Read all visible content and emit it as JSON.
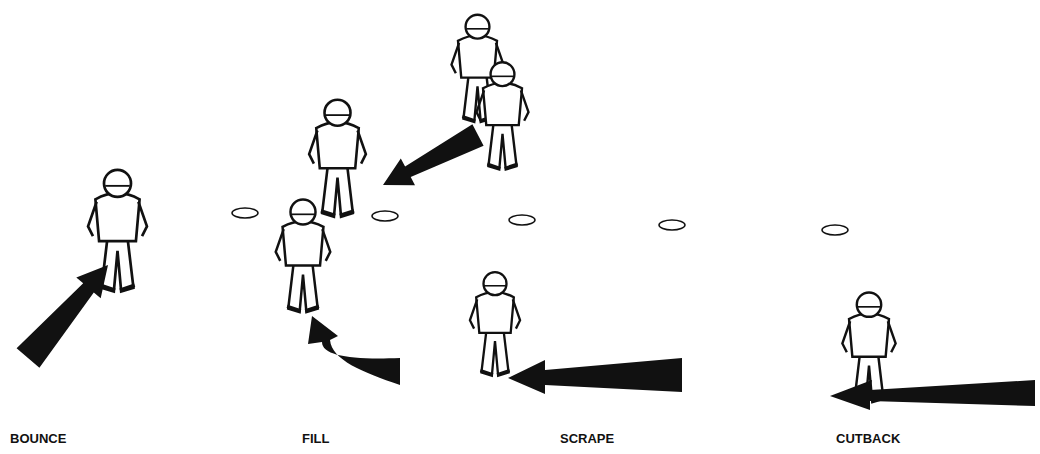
{
  "diagram": {
    "labels": [
      "BOUNCE",
      "FILL",
      "SCRAPE",
      "CUTBACK"
    ]
  }
}
